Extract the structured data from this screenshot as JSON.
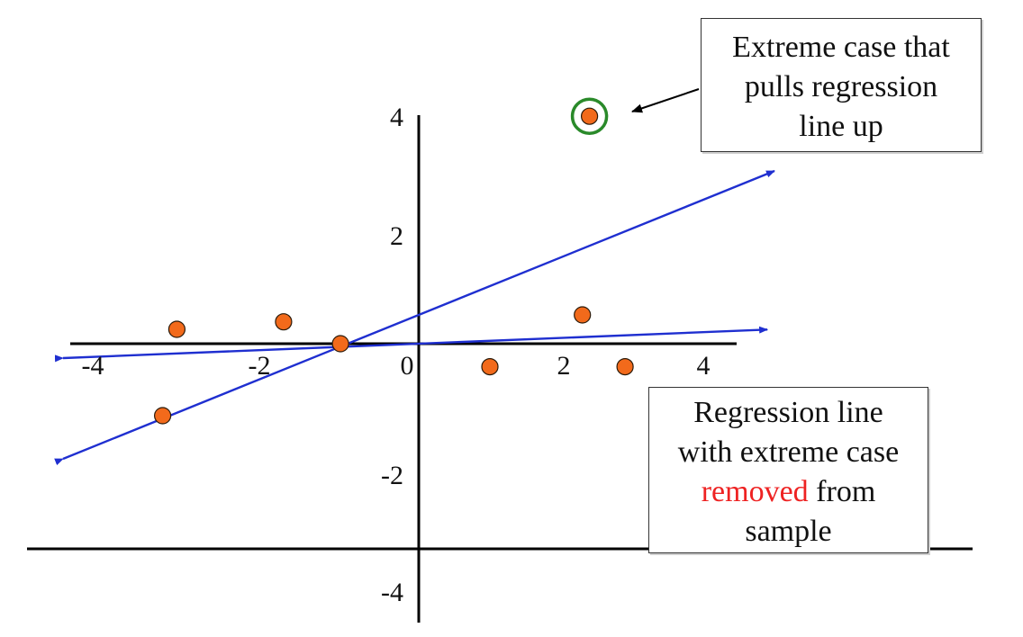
{
  "chart_data": {
    "type": "scatter",
    "x_ticks": [
      "-4",
      "-2",
      "0",
      "2",
      "4"
    ],
    "y_ticks": [
      "4",
      "2",
      "-2",
      "-4"
    ],
    "points": [
      {
        "x": -3.4,
        "y": 0.25
      },
      {
        "x": -1.9,
        "y": 0.38
      },
      {
        "x": -1.1,
        "y": 0.0
      },
      {
        "x": -3.6,
        "y": -1.25
      },
      {
        "x": 1.0,
        "y": -0.4
      },
      {
        "x": 2.3,
        "y": 0.5
      },
      {
        "x": 2.9,
        "y": -0.4
      },
      {
        "x": 2.4,
        "y": 3.95,
        "highlighted": true
      }
    ],
    "regression_lines": [
      {
        "slope": 0.5,
        "intercept": 0.5
      },
      {
        "slope": 0.05,
        "intercept": 0.0
      }
    ],
    "colors": {
      "points": "#f26a1b",
      "point_outline": "#2a1a0a",
      "highlight_ring": "#2a8a2a",
      "regression_line": "#1f2fd0",
      "axes": "#000000",
      "emphasis_text": "#ee2222"
    }
  },
  "annotations": {
    "extreme_case": {
      "lines": [
        "Extreme case that",
        "pulls regression",
        "line up"
      ]
    },
    "removed": {
      "line1": "Regression line",
      "line2": "with extreme case",
      "line3_highlight": "removed",
      "line3_rest": " from",
      "line4": "sample"
    }
  }
}
